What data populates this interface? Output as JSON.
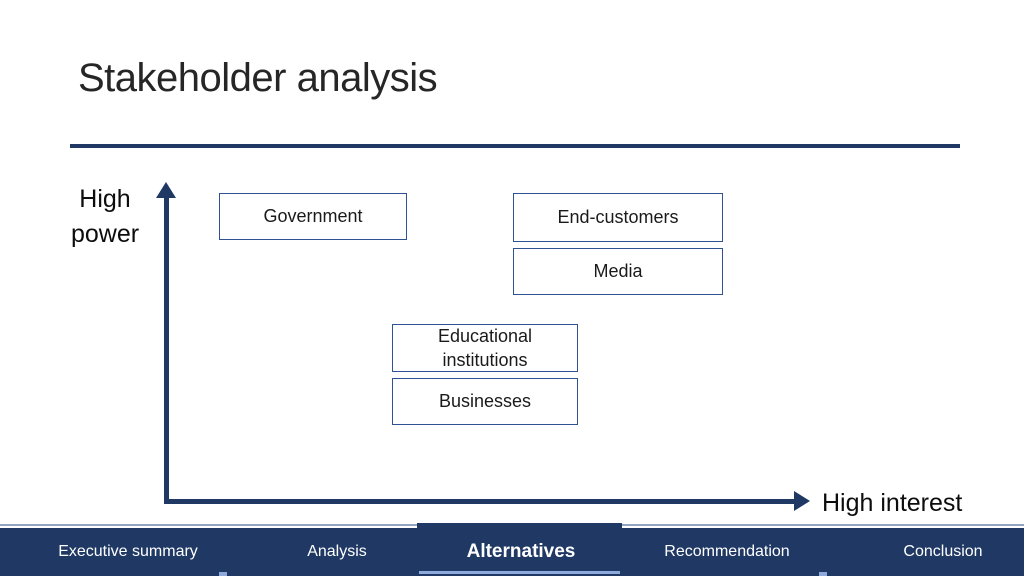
{
  "slide": {
    "title": "Stakeholder analysis"
  },
  "diagram": {
    "y_axis_label": "High power",
    "x_axis_label": "High interest",
    "stakeholders": [
      {
        "label": "Government",
        "power": "high",
        "interest": "low"
      },
      {
        "label": "End-customers",
        "power": "high",
        "interest": "high"
      },
      {
        "label": "Media",
        "power": "high",
        "interest": "high"
      },
      {
        "label": "Educational institutions",
        "power": "medium",
        "interest": "medium"
      },
      {
        "label": "Businesses",
        "power": "medium",
        "interest": "medium"
      }
    ]
  },
  "nav": {
    "active": "Alternatives",
    "items": [
      {
        "label": "Executive summary",
        "active": false
      },
      {
        "label": "Analysis",
        "active": false
      },
      {
        "label": "Alternatives",
        "active": true
      },
      {
        "label": "Recommendation",
        "active": false
      },
      {
        "label": "Conclusion",
        "active": false
      }
    ]
  },
  "colors": {
    "navy": "#1F3864",
    "box_border": "#2E5294",
    "accent_light": "#8EA9DB",
    "title_text": "#262626",
    "nav_text": "#FFFFFF"
  }
}
